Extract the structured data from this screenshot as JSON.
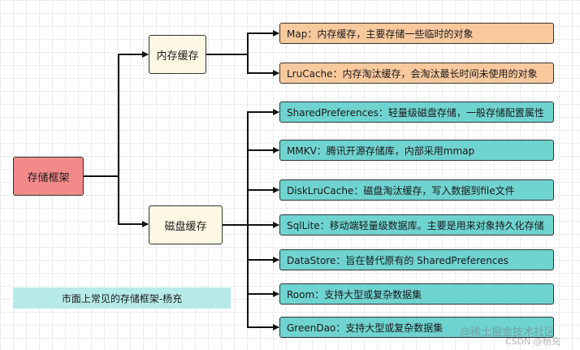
{
  "diagram": {
    "root": "存储框架",
    "memory_cache": {
      "label": "内存缓存",
      "items": [
        "Map：内存缓存，主要存储一些临时的对象",
        "LruCache：内存淘汰缓存，会淘汰最长时间未使用的对象"
      ]
    },
    "disk_cache": {
      "label": "磁盘缓存",
      "items": [
        "SharedPreferences：轻量级磁盘存储，一般存储配置属性",
        "MMKV：腾讯开源存储库，内部采用mmap",
        "DiskLruCache：磁盘淘汰缓存，写入数据到file文件",
        "SqlLite：移动端轻量级数据库。主要是用来对象持久化存储",
        "DataStore：旨在替代原有的 SharedPreferences",
        "Room：支持大型或复杂数据集",
        "GreenDao：支持大型或复杂数据集"
      ]
    },
    "caption": "市面上常见的存储框架-杨充",
    "colors": {
      "root": "#f28a8a",
      "mid": "#fdf8e4",
      "memory_items": "#f9c99e",
      "disk_items": "#6fd3d0",
      "caption": "#b7ebe9"
    }
  },
  "watermarks": [
    "@稀土掘金技术社区",
    "CSDN @杨充"
  ]
}
